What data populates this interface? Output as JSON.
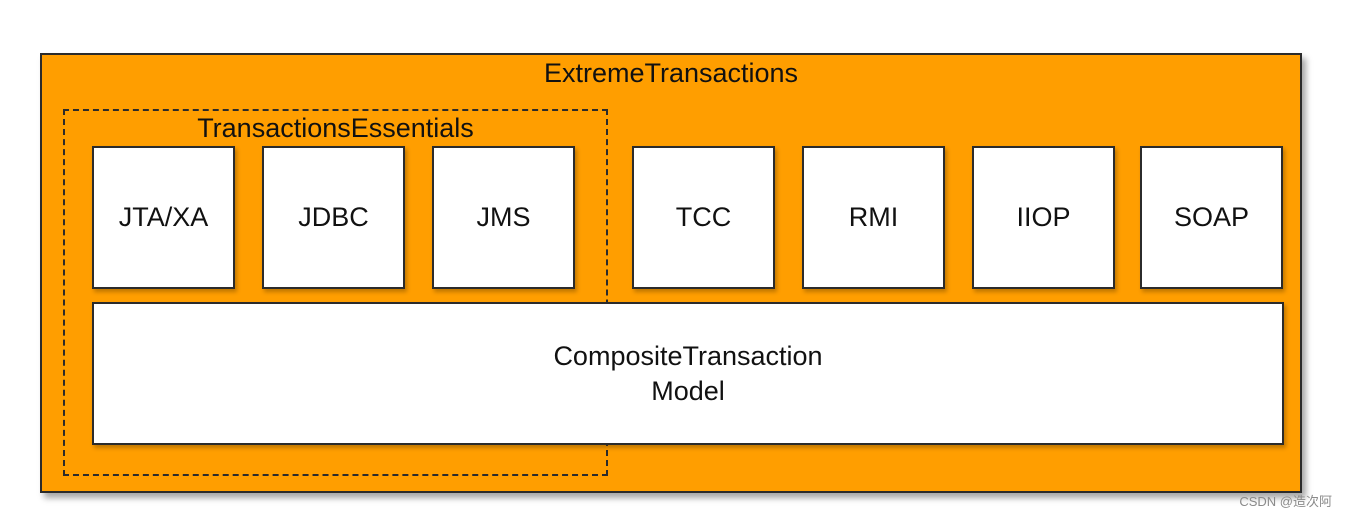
{
  "diagram": {
    "outer_title": "ExtremeTransactions",
    "group_title": "TransactionsEssentials",
    "modules": [
      {
        "label": "JTA/XA"
      },
      {
        "label": "JDBC"
      },
      {
        "label": "JMS"
      },
      {
        "label": "TCC"
      },
      {
        "label": "RMI"
      },
      {
        "label": "IIOP"
      },
      {
        "label": "SOAP"
      }
    ],
    "base": {
      "line1": "CompositeTransaction",
      "line2": "Model"
    },
    "colors": {
      "outer_fill": "#ff9e00",
      "box_fill": "#ffffff",
      "border": "#2b2b2b"
    }
  },
  "watermark": "CSDN @造次阿"
}
